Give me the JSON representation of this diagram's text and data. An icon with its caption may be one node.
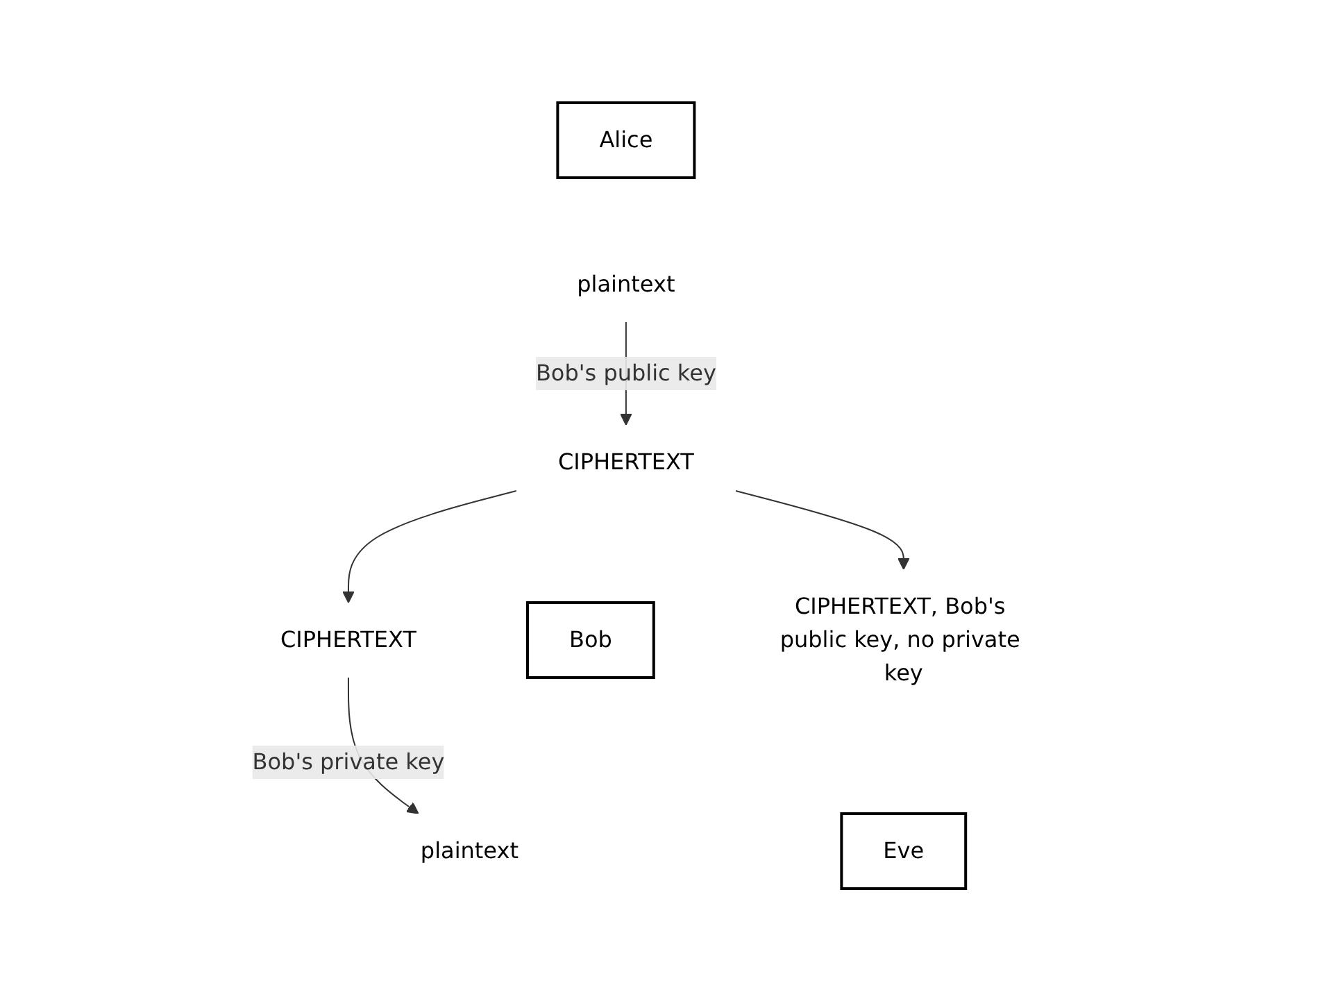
{
  "diagram": {
    "nodes": [
      {
        "text": [
          "Alice"
        ]
      },
      {
        "text": [
          "plaintext"
        ]
      },
      {
        "text": [
          "CIPHERTEXT"
        ]
      },
      {
        "text": [
          "Bob"
        ]
      },
      {
        "text": [
          "plaintext"
        ]
      },
      {
        "text": [
          "CIPHERTEXT"
        ]
      },
      {
        "text": [
          "CIPHERTEXT, Bob's public key, no private key"
        ]
      },
      {
        "text": [
          "Eve"
        ]
      }
    ],
    "edges": [
      {
        "from": 1,
        "to": 2,
        "arrow": "to",
        "label": "Bob's public key"
      },
      {
        "from": 2,
        "to": 5,
        "arrow": "to"
      },
      {
        "from": 2,
        "to": 6,
        "arrow": "to"
      },
      {
        "from": 5,
        "to": 4,
        "arrow": "to",
        "label": "Bob's private key"
      }
    ]
  }
}
